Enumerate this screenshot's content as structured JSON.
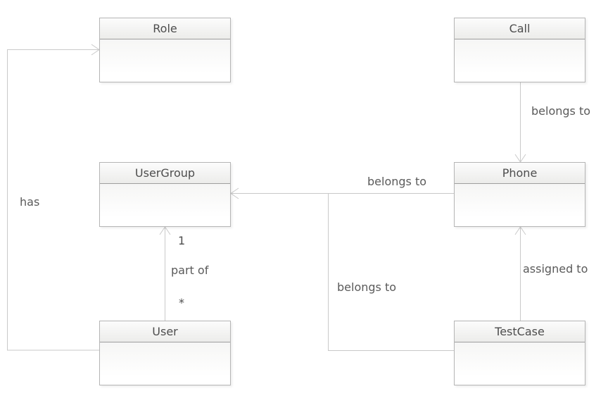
{
  "diagram": {
    "type": "uml-class-diagram",
    "background": "#ffffff",
    "colors": {
      "connector_line": "#c9c9c9",
      "box_border": "#b5b5b5",
      "header_divider": "#9e9e9e",
      "header_gradient_top": "#fcfcfc",
      "header_gradient_bottom": "#ececea",
      "body_gradient_top": "#f6f6f5",
      "body_gradient_bottom": "#ffffff",
      "entity_text": "#4d4d4d",
      "label_text": "#5a5a5a"
    },
    "entities": [
      {
        "id": "role",
        "name": "Role"
      },
      {
        "id": "call",
        "name": "Call"
      },
      {
        "id": "usergroup",
        "name": "UserGroup"
      },
      {
        "id": "phone",
        "name": "Phone"
      },
      {
        "id": "user",
        "name": "User"
      },
      {
        "id": "testcase",
        "name": "TestCase"
      }
    ],
    "relationships": [
      {
        "from": "User",
        "to": "Role",
        "label": "has"
      },
      {
        "from": "Call",
        "to": "Phone",
        "label": "belongs to"
      },
      {
        "from": "Phone",
        "to": "UserGroup",
        "label": "belongs to"
      },
      {
        "from": "TestCase",
        "to": "UserGroup",
        "label": "belongs to"
      },
      {
        "from": "User",
        "to": "UserGroup",
        "label": "part of",
        "target_multiplicity": "1",
        "source_multiplicity": "*"
      },
      {
        "from": "TestCase",
        "to": "Phone",
        "label": "assigned to"
      }
    ]
  }
}
